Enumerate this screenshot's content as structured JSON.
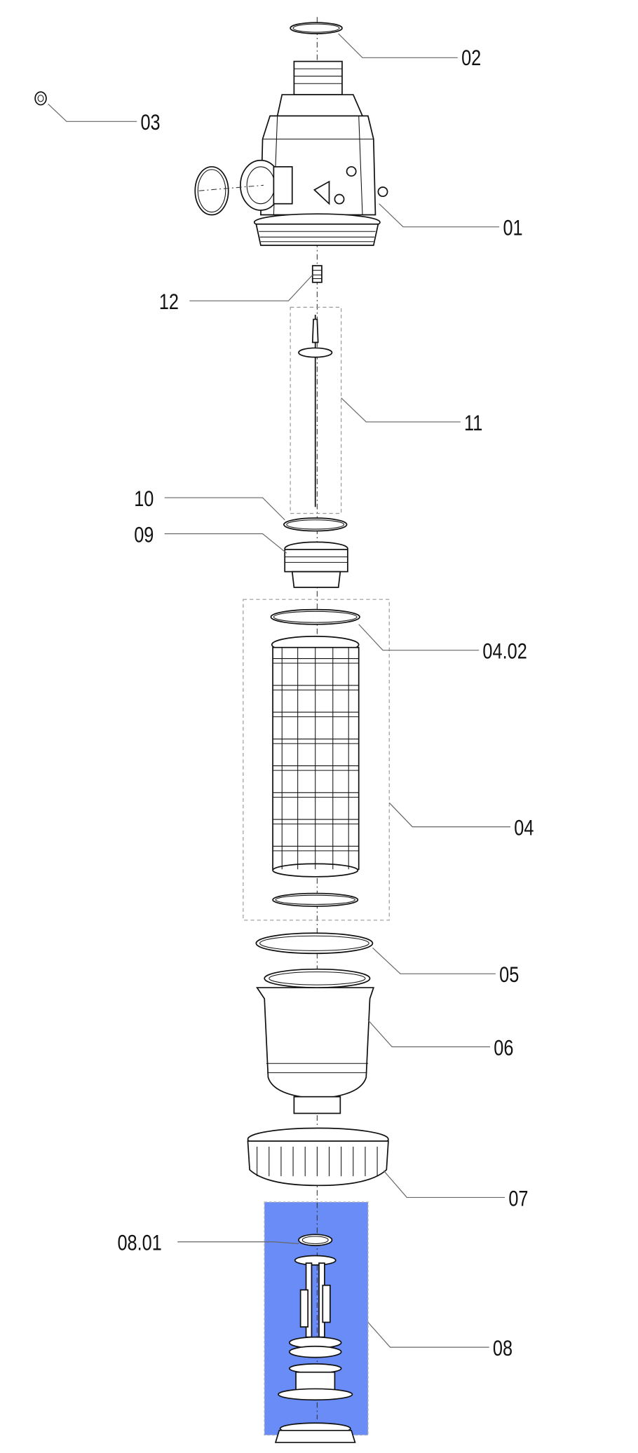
{
  "diagram": {
    "type": "exploded-parts-view",
    "highlight_color": "#6a8cf7",
    "labels": {
      "p01": "01",
      "p02": "02",
      "p03": "03",
      "p04": "04",
      "p0402": "04.02",
      "p05": "05",
      "p06": "06",
      "p07": "07",
      "p08": "08",
      "p0801": "08.01",
      "p09": "09",
      "p10": "10",
      "p11": "11",
      "p12": "12"
    }
  }
}
